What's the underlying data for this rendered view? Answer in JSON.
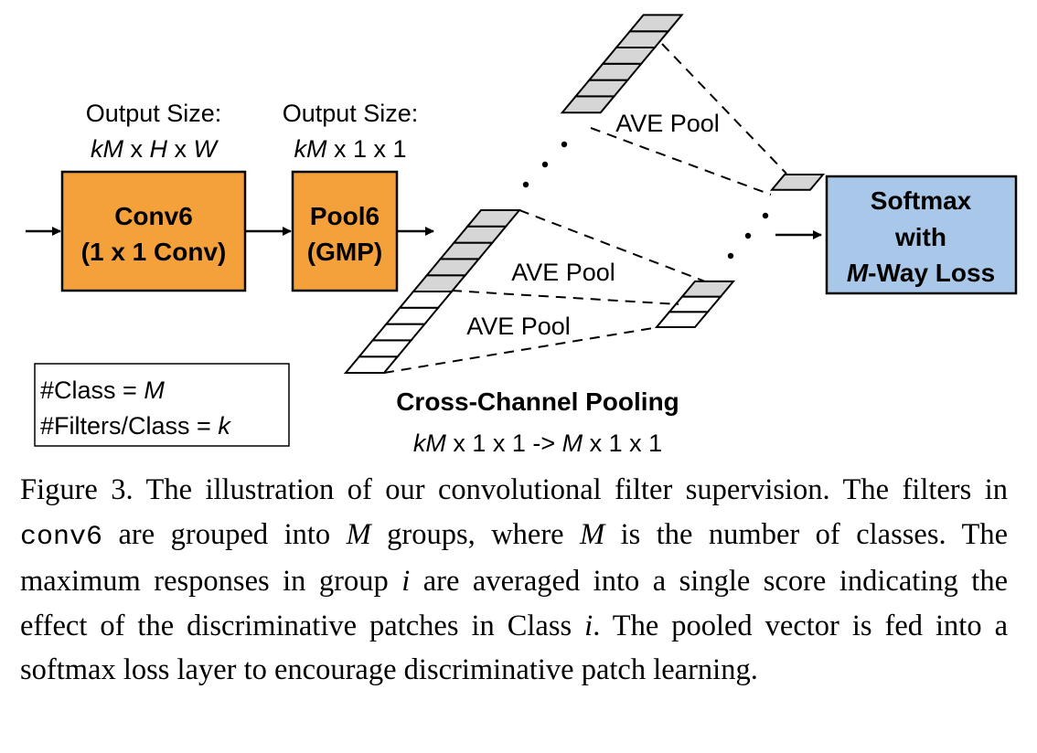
{
  "diagram": {
    "conv6": {
      "output_label": "Output Size:",
      "output_dims_var": "kM",
      "output_dims_mid": " x ",
      "output_dims_h": "H",
      "output_dims_mid2": " x ",
      "output_dims_w": "W",
      "line1": "Conv6",
      "line2": "(1 x 1 Conv)",
      "fill": "#f4a03b"
    },
    "pool6": {
      "output_label": "Output Size:",
      "output_dims_var": "kM",
      "output_dims_rest": " x 1 x 1",
      "line1": "Pool6",
      "line2": "(GMP)",
      "fill": "#f4a03b"
    },
    "softmax": {
      "line1": "Softmax",
      "line2": "with",
      "line3_var": "M",
      "line3_rest": "-Way Loss",
      "fill": "#a9c7e8"
    },
    "ave_pool_label": "AVE Pool",
    "legend": {
      "line1_text": "#Class = ",
      "line1_var": "M",
      "line2_text": "#Filters/Class = ",
      "line2_var": "k"
    },
    "cross_channel": {
      "title": "Cross-Channel Pooling",
      "dims_var1": "kM",
      "dims_mid": " x 1 x 1 -> ",
      "dims_var2": "M",
      "dims_end": " x 1 x 1"
    },
    "cell_gray": "#d6d6d6"
  },
  "caption": {
    "p1": "Figure 3.  The illustration of our convolutional filter supervision. The filters in ",
    "code": "conv6",
    "p2": " are grouped into ",
    "m1": "M",
    "p3": " groups, where ",
    "m2": "M",
    "p4": " is the number of classes. The maximum responses in group ",
    "i1": "i",
    "p5": " are averaged into a single score indicating the effect of the discriminative patches in Class ",
    "i2": "i",
    "p6": ".  The pooled vector is fed into a softmax loss layer to encourage discriminative patch learning."
  }
}
